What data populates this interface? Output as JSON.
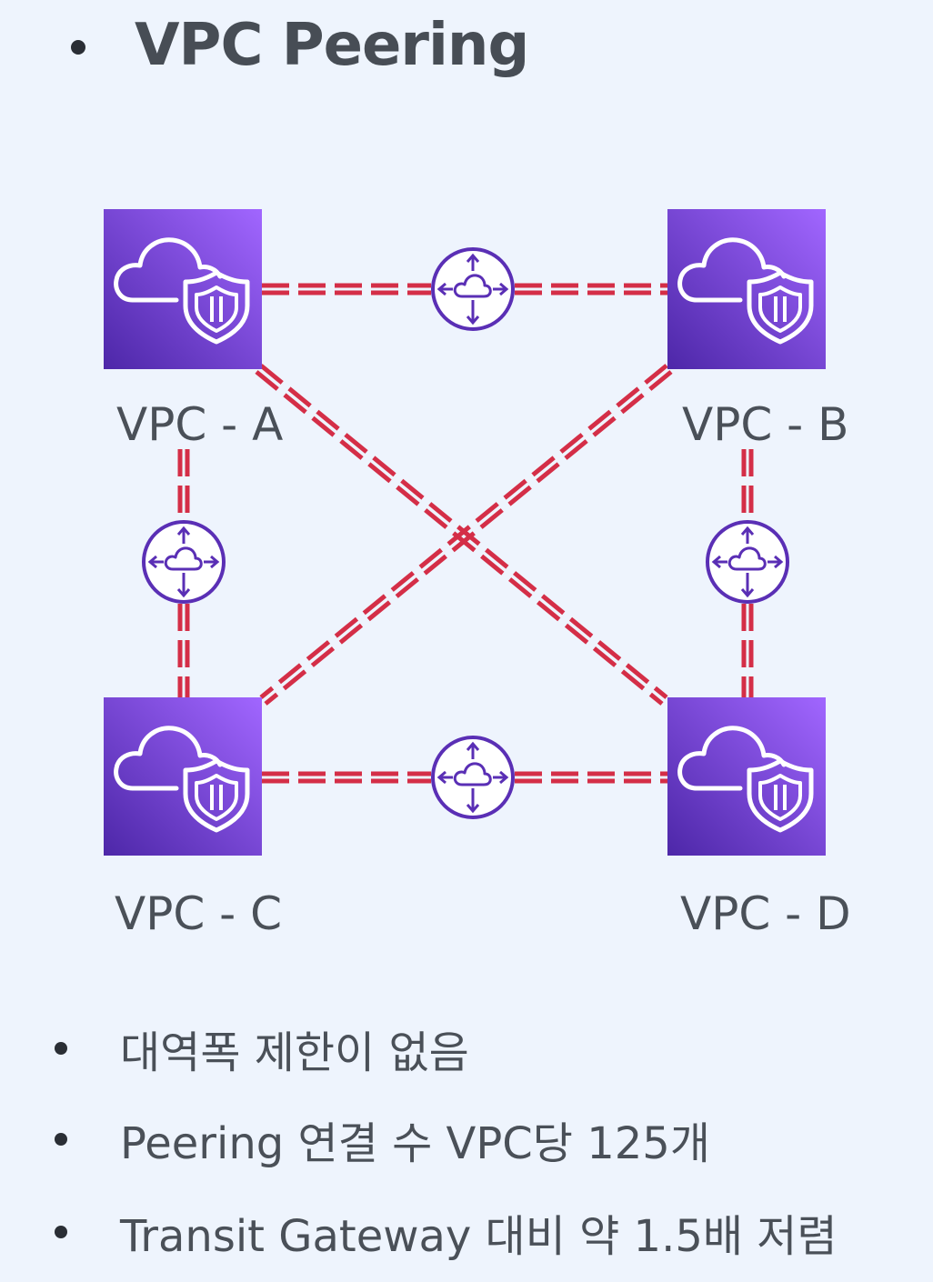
{
  "title": "VPC Peering",
  "vpcs": [
    {
      "id": "a",
      "label": "VPC - A"
    },
    {
      "id": "b",
      "label": "VPC - B"
    },
    {
      "id": "c",
      "label": "VPC - C"
    },
    {
      "id": "d",
      "label": "VPC - D"
    }
  ],
  "icons": {
    "vpc": "vpc-cloud-shield-icon",
    "peering": "peering-router-icon"
  },
  "colors": {
    "background": "#eef4fd",
    "vpc_gradient_start": "#4d27a8",
    "vpc_gradient_end": "#a166ff",
    "connection": "#d42e47",
    "router": "#5a2fb5"
  },
  "bullets": [
    "대역폭 제한이 없음",
    "Peering 연결 수 VPC당 125개",
    "Transit Gateway 대비 약 1.5배 저렴"
  ]
}
